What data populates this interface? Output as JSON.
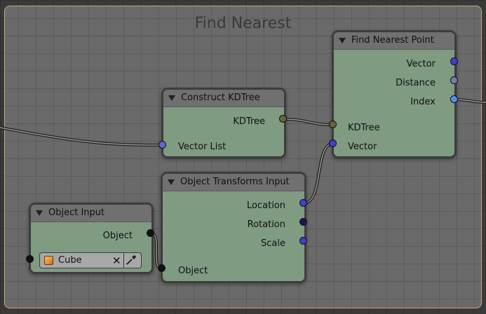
{
  "frame": {
    "title": "Find Nearest"
  },
  "nodes": {
    "find_nearest_point": {
      "title": "Find Nearest Point",
      "outputs": [
        "Vector",
        "Distance",
        "Index"
      ],
      "inputs": [
        "KDTree",
        "Vector"
      ]
    },
    "construct_kdtree": {
      "title": "Construct KDTree",
      "outputs": [
        "KDTree"
      ],
      "inputs": [
        "Vector List"
      ]
    },
    "object_transforms_input": {
      "title": "Object Transforms Input",
      "outputs": [
        "Location",
        "Rotation",
        "Scale"
      ],
      "inputs": [
        "Object"
      ]
    },
    "object_input": {
      "title": "Object Input",
      "outputs": [
        "Object"
      ],
      "field": {
        "value": "Cube",
        "icon": "cube-icon"
      }
    }
  },
  "colors": {
    "node_body": "#7f9b82",
    "node_header": "#707070",
    "frame_border": "#c9a977",
    "socket_vector": "#3f3fd0",
    "socket_float": "#7a7ab8",
    "socket_integer": "#5b8cf0",
    "socket_kdtree": "#6b6339",
    "socket_object": "#111111",
    "socket_rotation": "#22145a"
  }
}
